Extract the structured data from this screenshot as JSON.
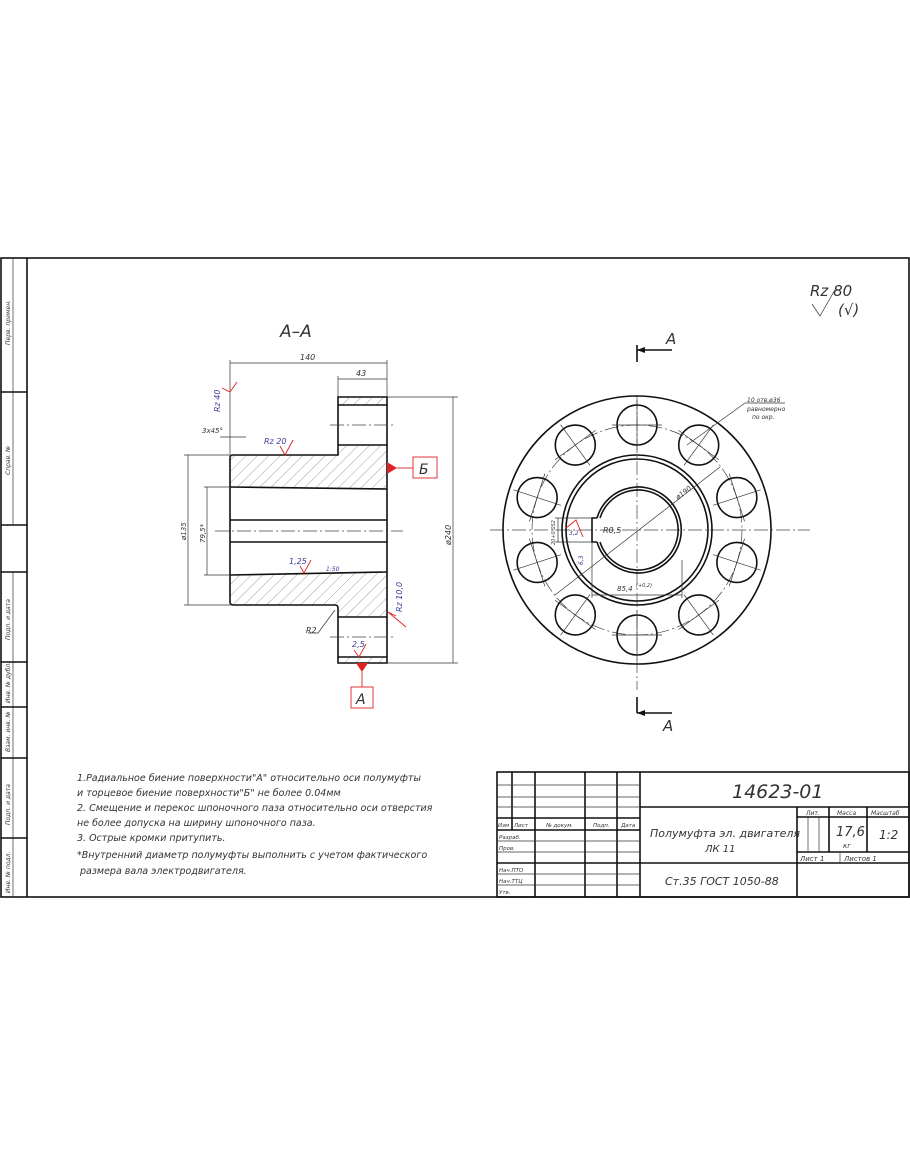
{
  "drawing": {
    "section_label": "А–А",
    "surface_finish_general": "Rz 80",
    "surface_finish_suffix": "(√)",
    "section_arrow_label": "А",
    "dims": {
      "length": "140",
      "flange_width": "43",
      "flange_dia": "ø240",
      "hub_dia": "ø135",
      "bore_dia": "79,5*",
      "chamfer": "3x45°",
      "fillet": "R2",
      "taper": "1:50",
      "bolt_circle": "ø190",
      "keyway_depth": "85,4",
      "keyway_tol": "(+0,2)",
      "keyway_radius": "R0,5",
      "keyway_width": "20+0,052",
      "holes_note_1": "10 отв.ø36",
      "holes_note_2": "равномерно",
      "holes_note_3": "по окр."
    },
    "roughness": {
      "face_left": "Rz 40",
      "hub_outer": "Rz 20",
      "bore": "1,25",
      "flange_face": "Rz 10,0",
      "hole": "2,5",
      "key_side": "3,2",
      "key_bottom": "6,3"
    },
    "datums": {
      "datum_b": "Б",
      "datum_a": "А"
    }
  },
  "notes": [
    "1.Радиальное биение поверхности\"А\" относительно оси полумуфты",
    "и торцевое биение поверхности\"Б\" не более 0.04мм",
    "2. Смещение и перекос шпоночного паза относительно оси отверстия",
    "не более допуска на ширину шпоночного паза.",
    "3. Острые кромки притупить.",
    "*Внутренний диаметр полумуфты выполнить с учетом фактического",
    "размера вала электродвигателя."
  ],
  "title_block": {
    "designation": "14623-01",
    "name_line1": "Полумуфта эл. двигателя",
    "name_line2": "ЛК 11",
    "material": "Ст.35 ГОСТ 1050-88",
    "lit_label": "Лит.",
    "mass_label": "Масса",
    "scale_label": "Масштаб",
    "mass_value": "17,6",
    "mass_unit": "кг",
    "scale_value": "1:2",
    "sheet": "Лист 1",
    "sheets": "Листов 1",
    "col_headers": [
      "Изм",
      "Лист",
      "№ докум.",
      "Подп.",
      "Дата"
    ],
    "roles": [
      "Разраб.",
      "Пров.",
      "",
      "Нач.ПТО",
      "Нач.ТТЦ",
      "Утв."
    ]
  },
  "margin_labels": [
    "Перв. примен.",
    "Справ. №",
    "Подп. и дата",
    "Инв. № дубл.",
    "Взам. инв. №",
    "Подп. и дата",
    "Инв. № подл."
  ],
  "colors": {
    "datum": "#dd2222",
    "roughness_text": "#3a3a9a"
  }
}
